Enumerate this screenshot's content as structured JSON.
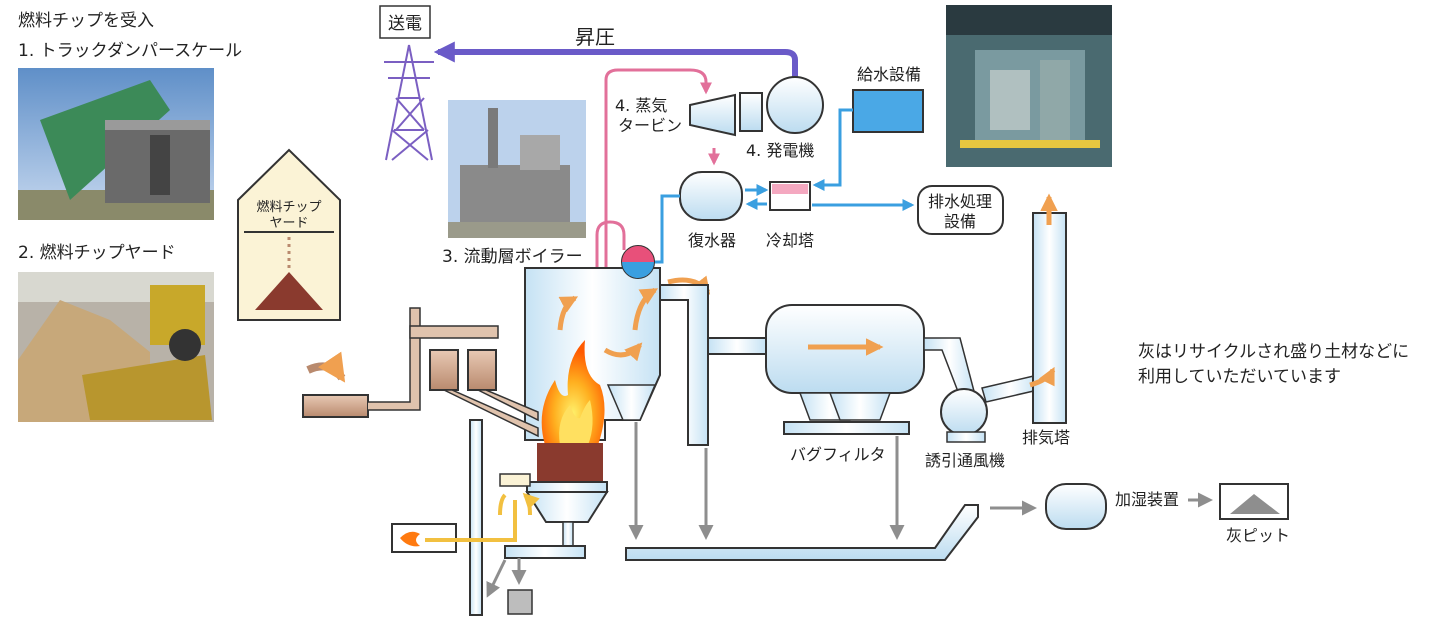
{
  "intro": {
    "heading": "燃料チップを受入",
    "item1": "1. トラックダンパースケール",
    "item2": "2. 燃料チップヤード"
  },
  "labels": {
    "yard": [
      "燃料チップ",
      "ヤード"
    ],
    "power_transmission": "送電",
    "boost": "昇圧",
    "boiler": "3. 流動層ボイラー",
    "turbine": [
      "4. 蒸気",
      "タービン"
    ],
    "generator": "4. 発電機",
    "water_supply": "給水設備",
    "condenser": "復水器",
    "cooling_tower": "冷却塔",
    "wastewater": [
      "排水処理",
      "設備"
    ],
    "bag_filter": "バグフィルタ",
    "induced_fan": "誘引通風機",
    "exhaust_tower": "排気塔",
    "humidifier": "加湿装置",
    "ash_pit": "灰ピット"
  },
  "note": [
    "灰はリサイクルされ盛り土材などに",
    "利用していただいています"
  ],
  "colors": {
    "equipment_fill": "#d9ecf7",
    "outline": "#333333",
    "water_blue": "#3a9fe0",
    "steam_pink": "#e2709a",
    "power_purple": "#6a5ac8",
    "tower_purple": "#7b5fc2",
    "flow_orange": "#f0a050",
    "ash_gray": "#8e8e8e",
    "fuel_brown": "#b98a6e",
    "yard_fill": "#fbf3d6",
    "fire": "#ff7a10"
  }
}
